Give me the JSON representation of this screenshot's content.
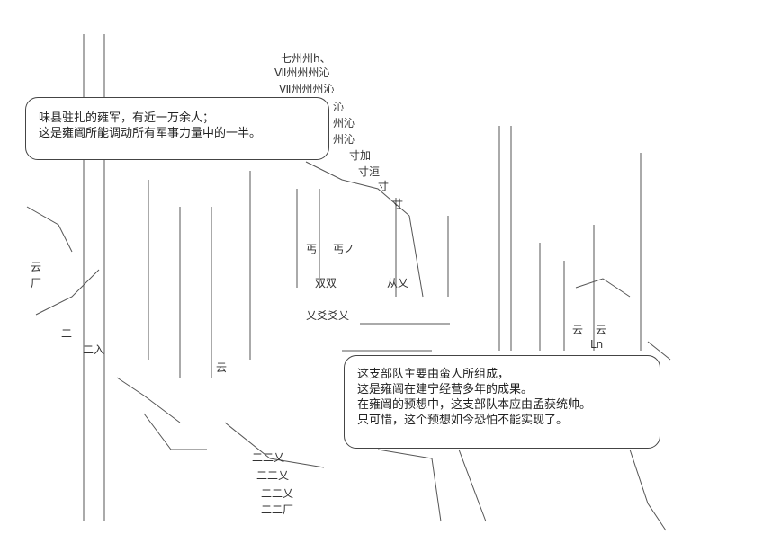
{
  "top_bubble": {
    "lines": [
      "味县驻扎的雍军，有近一万余人；",
      "这是雍闿所能调动所有军事力量中的一半。"
    ]
  },
  "bottom_bubble": {
    "lines": [
      "这支部队主要由蛮人所组成，",
      "这是雍闿在建宁经营多年的成果。",
      "在雍闿的预想中，这支部队本应由孟获统帅。",
      "只可惜，这个预想如今恐怕不能实现了。"
    ]
  },
  "art_labels": {
    "tower_1": "七州州h、",
    "tower_2": "Ⅶ州州州沁",
    "tower_3": "Ⅶ州州州沁",
    "tower_4": "沁",
    "tower_5": "州沁",
    "tower_6": "州沁",
    "sun_1": "寸加",
    "sun_2": "寸洹",
    "sun_3": "寸",
    "sun_4": "寸",
    "left_sign_1": "云",
    "left_sign_2": "二",
    "left_sign_3": "二入",
    "mid_1": "丐",
    "mid_2": "丐ノ",
    "mid_3": "双双",
    "mid_4": "从乂",
    "mid_5": "乂爻爻乂",
    "right_sign_1": "云",
    "right_sign_2": "云",
    "right_sign_3": "Ln",
    "bottom_1": "二二乂",
    "bottom_2": "二二乂",
    "bottom_3": "二二乂",
    "bottom_4": "二二厂",
    "left_mark": "云",
    "left_mark_2": "厂"
  }
}
